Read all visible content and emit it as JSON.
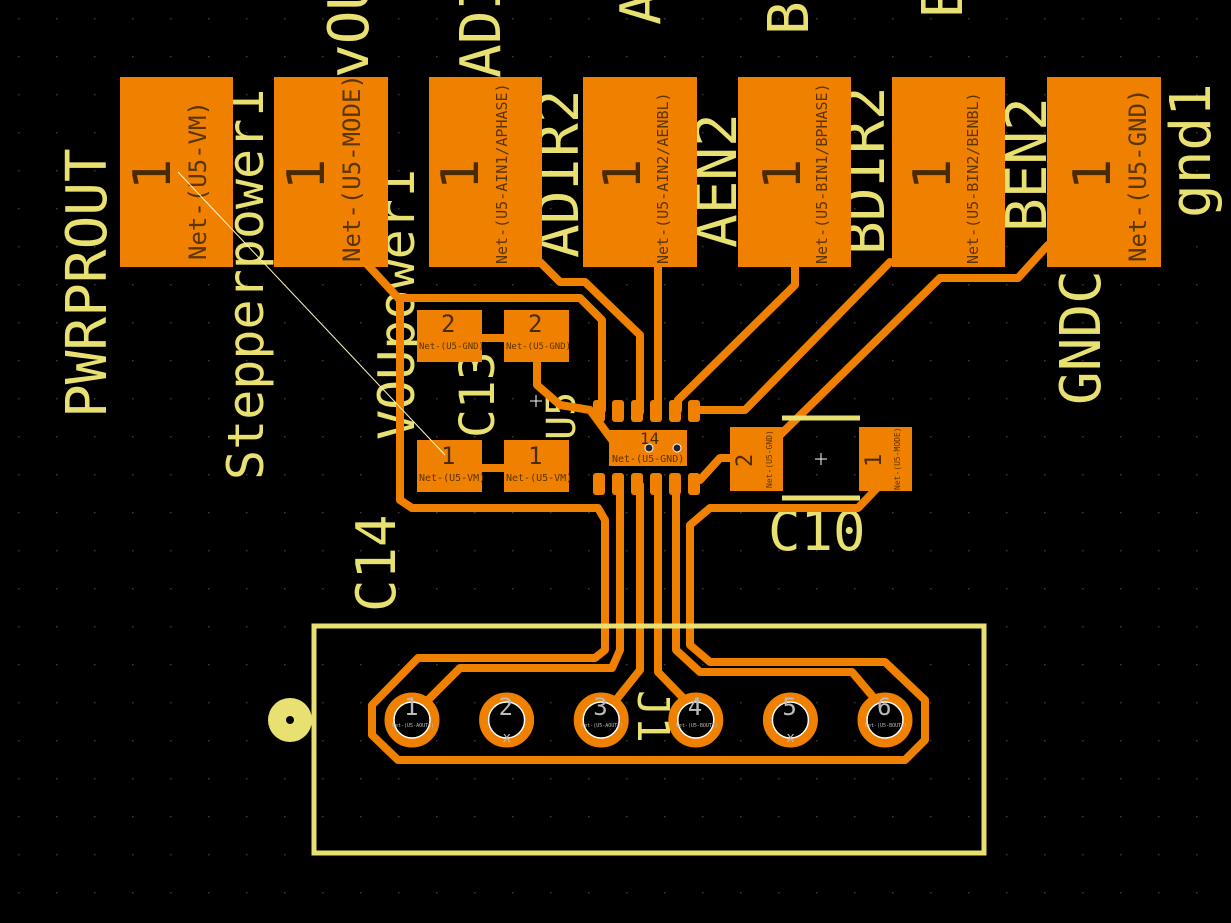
{
  "silkscreen": {
    "labels": [
      "PWRPROUT",
      "Stepperpower1",
      "vOUT",
      "VOUpower1",
      "ADIR",
      "ADIR2",
      "A",
      "AEN2",
      "B",
      "BDIR2",
      "B",
      "BEN2",
      "GNDCHR",
      "gnd1"
    ],
    "refs": [
      "C14",
      "C13",
      "U5",
      "C10",
      "J1"
    ]
  },
  "header_pads": [
    {
      "num": "1",
      "net": "Net-(U5-VM)"
    },
    {
      "num": "1",
      "net": "Net-(U5-MODE)"
    },
    {
      "num": "1",
      "net": "Net-(U5-AIN1/APHASE)"
    },
    {
      "num": "1",
      "net": "Net-(U5-AIN2/AENBL)"
    },
    {
      "num": "1",
      "net": "Net-(U5-BIN1/BPHASE)"
    },
    {
      "num": "1",
      "net": "Net-(U5-BIN2/BENBL)"
    },
    {
      "num": "1",
      "net": "Net-(U5-GND)"
    }
  ],
  "caps": [
    {
      "num": "2",
      "net": "Net-(U5-GND)"
    },
    {
      "num": "2",
      "net": "Net-(U5-GND)"
    },
    {
      "num": "1",
      "net": "Net-(U5-VM)"
    },
    {
      "num": "1",
      "net": "Net-(U5-VM)"
    }
  ],
  "ic": {
    "pad_num": "14",
    "net": "Net-(U5-GND)"
  },
  "c10": [
    {
      "num": "2",
      "net": "Net-(U5-GND)"
    },
    {
      "num": "1",
      "net": "Net-(U5-MODE)"
    }
  ],
  "connector_pins": [
    {
      "num": "1",
      "net": "Net-(U5-AOUT1)"
    },
    {
      "num": "2",
      "net": "x"
    },
    {
      "num": "3",
      "net": "Net-(U5-AOUT2)"
    },
    {
      "num": "4",
      "net": "Net-(U5-BOUT1)"
    },
    {
      "num": "5",
      "net": "x"
    },
    {
      "num": "6",
      "net": "Net-(U5-BOUT2)"
    }
  ],
  "colors": {
    "copper": "#f08000",
    "silk": "#e8e070",
    "background": "#000000"
  }
}
